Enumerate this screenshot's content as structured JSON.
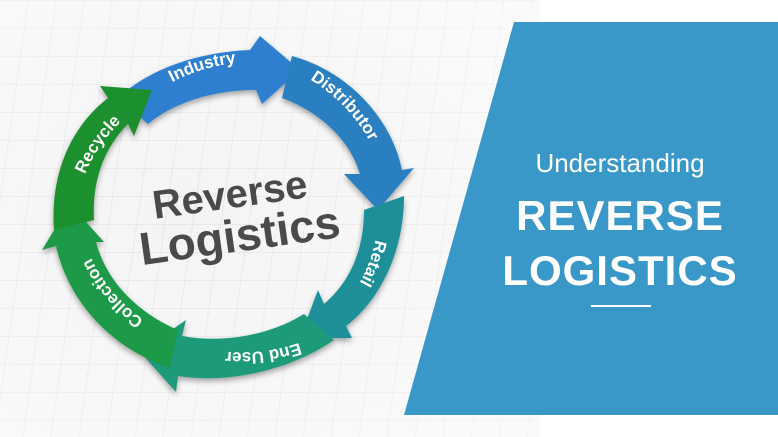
{
  "diagram": {
    "center_line1": "Reverse",
    "center_line2": "Logistics",
    "segments": [
      {
        "label": "Industry",
        "color": "#2d7fcf"
      },
      {
        "label": "Distributor",
        "color": "#2a7fc1"
      },
      {
        "label": "Retail",
        "color": "#1f8f98"
      },
      {
        "label": "End User",
        "color": "#1f9a7a"
      },
      {
        "label": "Collection",
        "color": "#1f9a47"
      },
      {
        "label": "Recycle",
        "color": "#1a8f2e"
      }
    ]
  },
  "banner": {
    "small_title": "Understanding",
    "big_line1": "REVERSE",
    "big_line2": "LOGISTICS",
    "color": "#3a98c8"
  }
}
